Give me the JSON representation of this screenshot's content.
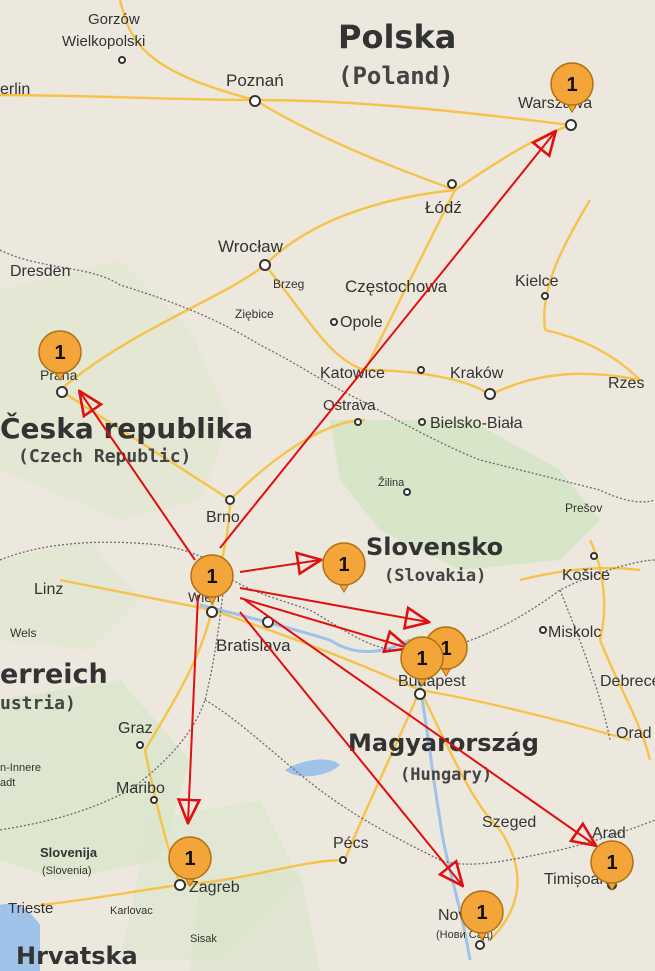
{
  "map": {
    "countries": {
      "poland": {
        "name": "Polska",
        "sub": "(Poland)"
      },
      "czech": {
        "name": "Česka republika",
        "sub": "(Czech Republic)"
      },
      "slovakia": {
        "name": "Slovensko",
        "sub": "(Slovakia)"
      },
      "hungary": {
        "name": "Magyarország",
        "sub": "(Hungary)"
      },
      "austria": {
        "name": "erreich",
        "sub": "ustria)"
      },
      "croatia": {
        "name": "Hrvatska"
      },
      "slovenia": {
        "name": "Slovenija",
        "sub": "(Slovenia)"
      }
    },
    "cities": {
      "gorzow": "Gorzów",
      "wielkopolski": "Wielkopolski",
      "berlin": "erlin",
      "poznan": "Poznań",
      "warszawa": "Warszawa",
      "lodz": "Łódź",
      "wroclaw": "Wrocław",
      "brzeg": "Brzeg",
      "czestochowa": "Częstochowa",
      "kielce": "Kielce",
      "dresden": "Dresden",
      "ziebice": "Ziębice",
      "opole": "Opole",
      "praha": "Praha",
      "katowice": "Katowice",
      "krakow": "Kraków",
      "rzes": "Rzes",
      "ostrava": "Ostrava",
      "bielsko": "Bielsko-Biała",
      "zilina": "Žilina",
      "presov": "Prešov",
      "brno": "Brno",
      "linz": "Linz",
      "kosice": "Košice",
      "wels": "Wels",
      "wien": "Wien",
      "bratislava": "Bratislava",
      "miskolc": "Miskolc",
      "budapest": "Budapest",
      "debrecen": "Debrece",
      "graz": "Graz",
      "orad": "Orad",
      "innere": "n-Innere",
      "adt": "adt",
      "maribor": "Maribo",
      "szeged": "Szeged",
      "arad": "Arad",
      "pecs": "Pécs",
      "timisoara": "Timișoara",
      "zagreb": "Zagreb",
      "novisad": "Novi Sad",
      "novisad_cyr": "(Нови Сад)",
      "trieste": "Trieste",
      "karlovac": "Karlovac",
      "sisak": "Sisak"
    },
    "markers": [
      {
        "name": "warszawa",
        "label": "1"
      },
      {
        "name": "praha",
        "label": "1"
      },
      {
        "name": "wien",
        "label": "1"
      },
      {
        "name": "trnava",
        "label": "1"
      },
      {
        "name": "budapest-a",
        "label": "1"
      },
      {
        "name": "budapest-b",
        "label": "1"
      },
      {
        "name": "zagreb",
        "label": "1"
      },
      {
        "name": "novisad",
        "label": "1"
      },
      {
        "name": "timisoara",
        "label": "1"
      }
    ],
    "colors": {
      "land": "#ece8de",
      "road": "#f7c24a",
      "border": "#6b6b6b",
      "water": "#9fc2e8",
      "arrow": "#e01010",
      "marker": "#f3a53a",
      "marker_stroke": "#b07010"
    }
  }
}
